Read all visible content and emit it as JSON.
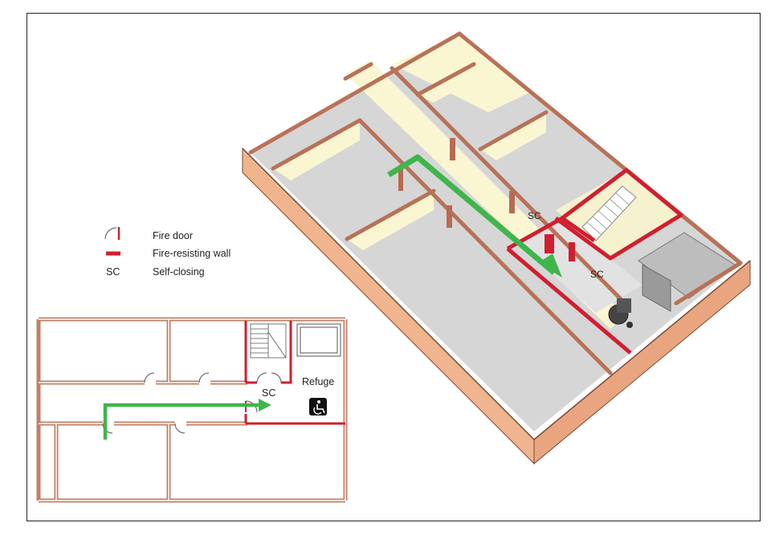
{
  "legend": {
    "items": [
      {
        "symbol": "fire-door",
        "label": "Fire door"
      },
      {
        "symbol": "fire-resisting-wall",
        "label": "Fire-resisting wall"
      },
      {
        "symbol": "sc",
        "code": "SC",
        "label": "Self-closing"
      }
    ]
  },
  "plan_labels": {
    "sc": "SC",
    "refuge": "Refuge"
  },
  "iso_labels": {
    "sc_upper": "SC",
    "sc_lower": "SC"
  },
  "colors": {
    "wall": "#d8957a",
    "wall_side": "#f0b48e",
    "wall_top": "#e8a482",
    "fire_wall": "#d01f2f",
    "floor": "#d6d6d6",
    "inner_wall": "#fbf6d2",
    "arrow": "#3fb54c",
    "door": "#b86a52"
  },
  "icons": {
    "wheelchair": "wheelchair-icon",
    "stairs": "stairs-icon",
    "lift": "lift-icon"
  }
}
